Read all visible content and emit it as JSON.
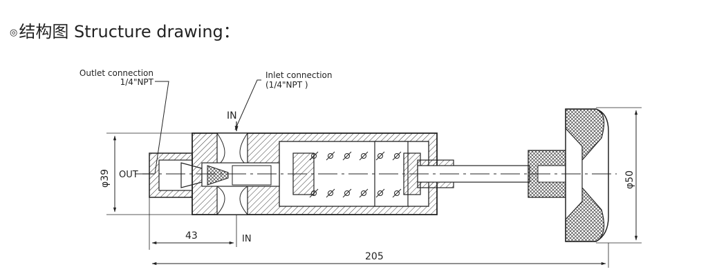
{
  "heading": {
    "mark": "◎",
    "title": "结构图 Structure drawing："
  },
  "callouts": {
    "outlet_line1": "Outlet connection",
    "outlet_line2": "1/4\"NPT",
    "inlet_line1": "Inlet connection",
    "inlet_line2": "(1/4\"NPT )",
    "in_top": "IN",
    "in_bottom": "IN",
    "out": "OUT"
  },
  "dimensions": {
    "body_diameter": "φ39",
    "handle_diameter": "φ50",
    "inlet_offset": "43",
    "overall_length": "205"
  },
  "colors": {
    "line": "#222222",
    "hatch": "#333333"
  }
}
